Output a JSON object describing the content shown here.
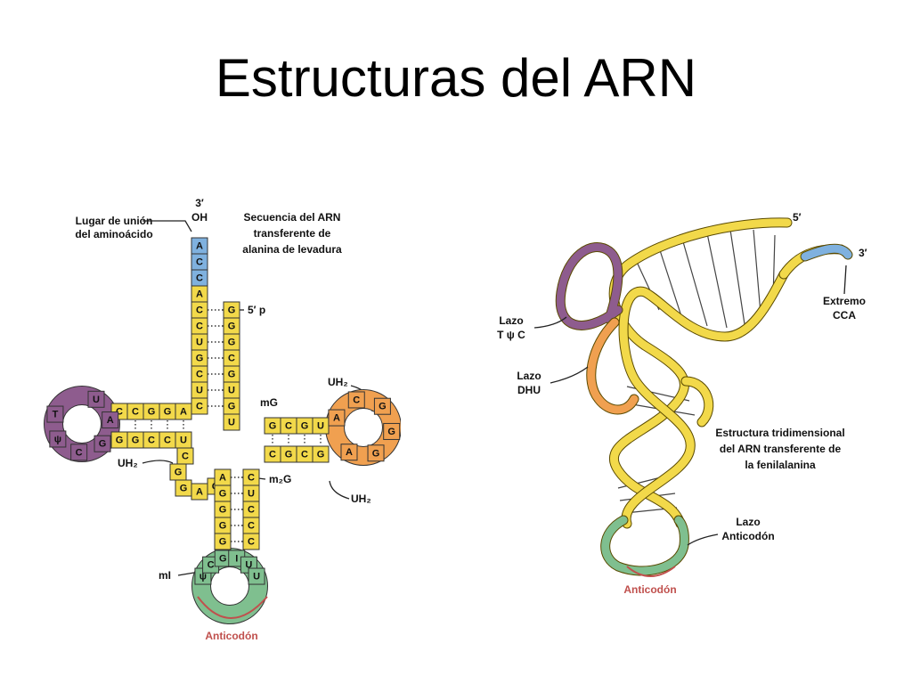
{
  "title": "Estructuras del ARN",
  "colors": {
    "yellow": "#f2d94a",
    "blue": "#7fb1df",
    "purple": "#8e5c8e",
    "orange": "#f0a050",
    "green": "#7fbf8f",
    "bracket": "#c0504d"
  },
  "left": {
    "heading": [
      "Secuencia del ARN",
      "transferente de",
      "alanina de levadura"
    ],
    "binding_site": [
      "Lugar de unión",
      "del aminoácido"
    ],
    "three_prime": "3′",
    "oh": "OH",
    "five_prime_p": "5′ p",
    "mg": "mG",
    "m2g": "m₂G",
    "mi": "mI",
    "uh2": "UH₂",
    "anticodon": "Anticodón",
    "acceptor_left": [
      "A",
      "C",
      "C",
      "A",
      "C",
      "C",
      "U",
      "G",
      "C",
      "U",
      "C"
    ],
    "acceptor_right": [
      "G",
      "G",
      "G",
      "C",
      "G",
      "U",
      "G",
      "U"
    ],
    "d_arm_top": [
      "C",
      "C",
      "G",
      "G",
      "A"
    ],
    "d_arm_bottom": [
      "G",
      "G",
      "C",
      "C",
      "U"
    ],
    "d_loop": [
      "U",
      "A",
      "G",
      "C",
      "ψ",
      "T"
    ],
    "t_arm_top": [
      "G",
      "C",
      "G",
      "U"
    ],
    "t_arm_bottom": [
      "C",
      "G",
      "C",
      "G"
    ],
    "t_loop": [
      "A",
      "C",
      "G",
      "G",
      "G",
      "A"
    ],
    "connector": [
      "C",
      "G",
      "G",
      "A",
      "G"
    ],
    "ac_stem_left": [
      "A",
      "G",
      "G",
      "G",
      "G"
    ],
    "ac_stem_right": [
      "C",
      "U",
      "C",
      "C",
      "C"
    ],
    "ac_loop": [
      "ψ",
      "C",
      "G",
      "I",
      "U",
      "U"
    ]
  },
  "right": {
    "five_prime": "5′",
    "three_prime": "3′",
    "cca": [
      "Extremo",
      "CCA"
    ],
    "t_loop": [
      "Lazo",
      "T ψ C"
    ],
    "dhu_loop": [
      "Lazo",
      "DHU"
    ],
    "caption": [
      "Estructura tridimensional",
      "del ARN transferente de",
      "la fenilalanina"
    ],
    "ac_loop": [
      "Lazo",
      "Anticodón"
    ],
    "anticodon": "Anticodón"
  }
}
